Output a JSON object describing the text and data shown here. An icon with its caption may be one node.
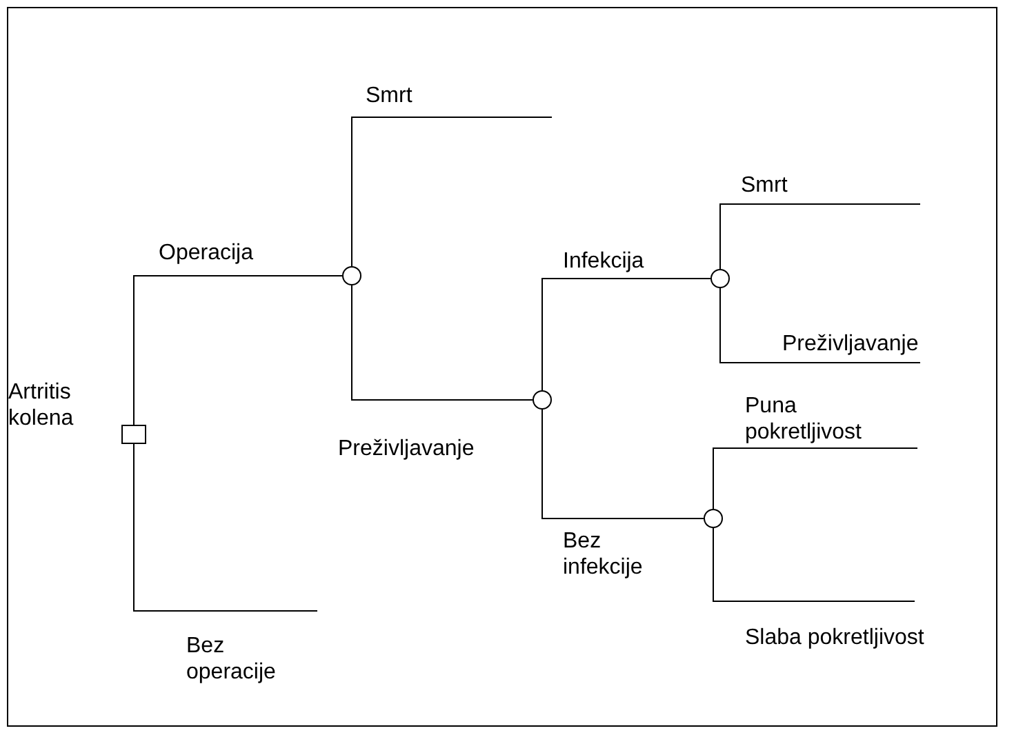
{
  "diagram": {
    "nodes": [
      {
        "text": [],
        "shape": "box",
        "beside": [
          "Artritis kolena"
        ]
      },
      {
        "text": [],
        "shape": "circle"
      },
      {
        "text": [],
        "shape": "circle"
      },
      {
        "text": [],
        "shape": "circle"
      },
      {
        "text": [],
        "shape": "circle"
      }
    ],
    "edges": [
      {
        "from": 0,
        "to": 1,
        "arrow": "none",
        "label": "Operacija"
      },
      {
        "from": 0,
        "to": null,
        "arrow": "none",
        "label": "Bez operacije"
      },
      {
        "from": 1,
        "to": null,
        "arrow": "none",
        "label": "Smrt"
      },
      {
        "from": 1,
        "to": 2,
        "arrow": "none",
        "label": "Preživljavanje"
      },
      {
        "from": 2,
        "to": 3,
        "arrow": "none",
        "label": "Infekcija"
      },
      {
        "from": 2,
        "to": 4,
        "arrow": "none",
        "label": "Bez infekcije"
      },
      {
        "from": 3,
        "to": null,
        "arrow": "none",
        "label": "Smrt"
      },
      {
        "from": 3,
        "to": null,
        "arrow": "none",
        "label": "Preživljavanje"
      },
      {
        "from": 4,
        "to": null,
        "arrow": "none",
        "label": "Puna pokretljivost"
      },
      {
        "from": 4,
        "to": null,
        "arrow": "none",
        "label": "Slaba pokretljivost"
      }
    ]
  }
}
